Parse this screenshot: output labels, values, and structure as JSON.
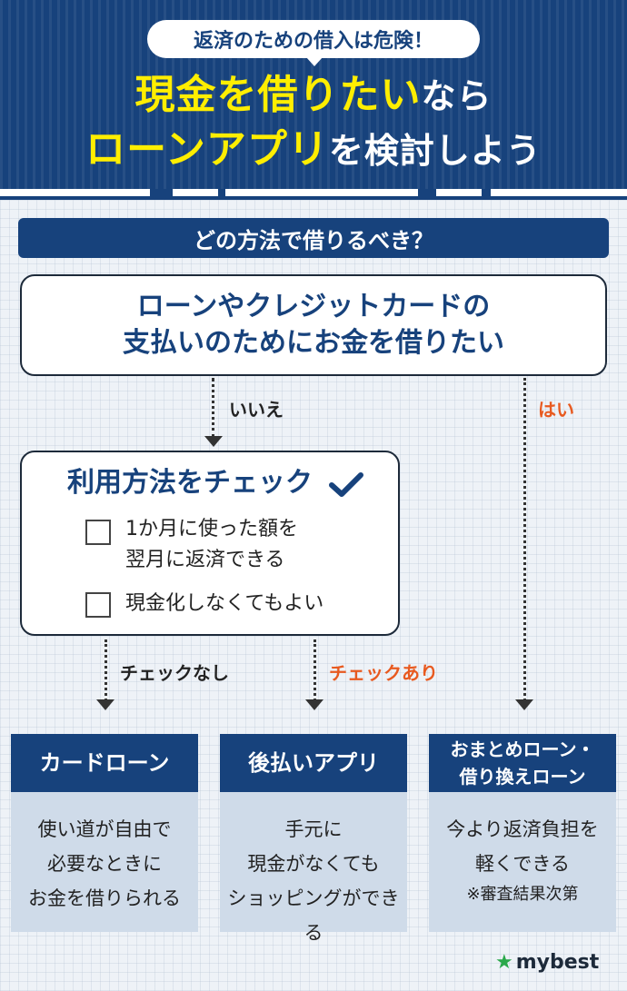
{
  "header": {
    "pill": "返済のための借入は危険！",
    "title_line1_highlight": "現金を借りたい",
    "title_line1_rest": "なら",
    "title_line2_highlight": "ローンアプリ",
    "title_line2_rest": "を検討しよう"
  },
  "question": "どの方法で借りるべき？",
  "start_box": {
    "line1": "ローンやクレジットカードの",
    "line2": "支払いのためにお金を借りたい"
  },
  "branches": {
    "no": "いいえ",
    "yes": "はい",
    "no_check": "チェックなし",
    "with_check": "チェックあり"
  },
  "check_box": {
    "heading": "利用方法をチェック",
    "option1_line1": "1か月に使った額を",
    "option1_line2": "翌月に返済できる",
    "option2": "現金化しなくてもよい"
  },
  "results": [
    {
      "title": [
        "カードローン"
      ],
      "desc": [
        "使い道が自由で",
        "必要なときに",
        "お金を借りられる"
      ]
    },
    {
      "title": [
        "後払いアプリ"
      ],
      "desc": [
        "手元に",
        "現金がなくても",
        "ショッピングができる"
      ]
    },
    {
      "title": [
        "おまとめローン・",
        "借り換えローン"
      ],
      "desc": [
        "今より返済負担を",
        "軽くできる"
      ],
      "note": "※審査結果次第"
    }
  ],
  "logo": "mybest",
  "colors": {
    "navy": "#17427c",
    "yellow": "#ffee00",
    "orange": "#e85a20",
    "green": "#2aa84a"
  }
}
